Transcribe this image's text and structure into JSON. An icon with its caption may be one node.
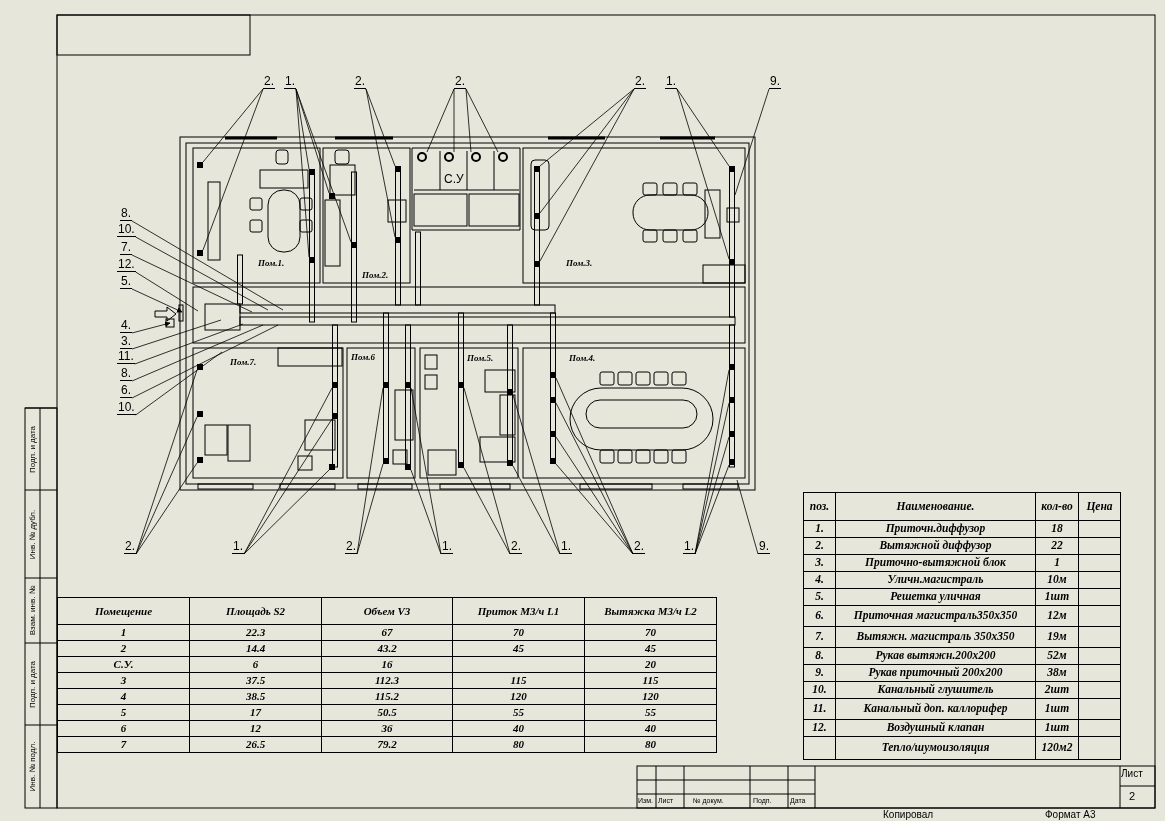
{
  "diagram": {
    "nodes": [
      {
        "text": [
          "2."
        ]
      },
      {
        "text": [
          "1."
        ]
      },
      {
        "text": [
          "2."
        ]
      },
      {
        "text": [
          "2."
        ]
      },
      {
        "text": [
          "2."
        ]
      },
      {
        "text": [
          "1."
        ]
      },
      {
        "text": [
          "9."
        ]
      },
      {
        "text": [
          "8."
        ]
      },
      {
        "text": [
          "10."
        ]
      },
      {
        "text": [
          "7."
        ]
      },
      {
        "text": [
          "12."
        ]
      },
      {
        "text": [
          "5."
        ]
      },
      {
        "text": [
          "4."
        ]
      },
      {
        "text": [
          "3."
        ]
      },
      {
        "text": [
          "11."
        ]
      },
      {
        "text": [
          "8."
        ]
      },
      {
        "text": [
          "6."
        ]
      },
      {
        "text": [
          "10."
        ]
      },
      {
        "text": [
          "2."
        ]
      },
      {
        "text": [
          "1."
        ]
      },
      {
        "text": [
          "2."
        ]
      },
      {
        "text": [
          "1."
        ]
      },
      {
        "text": [
          "2."
        ]
      },
      {
        "text": [
          "1."
        ]
      },
      {
        "text": [
          "2."
        ]
      },
      {
        "text": [
          "1."
        ]
      },
      {
        "text": [
          "9."
        ]
      },
      {
        "text": [],
        "shape": "box"
      },
      {
        "text": [],
        "shape": "box"
      },
      {
        "text": [],
        "shape": "box"
      },
      {
        "text": [],
        "shape": "box"
      },
      {
        "text": [],
        "shape": "box"
      },
      {
        "text": [],
        "shape": "box"
      },
      {
        "text": [],
        "shape": "box"
      },
      {
        "text": [],
        "shape": "box"
      },
      {
        "text": [],
        "shape": "circle"
      },
      {
        "text": [],
        "shape": "circle"
      },
      {
        "text": [],
        "shape": "circle"
      },
      {
        "text": [],
        "shape": "circle"
      },
      {
        "text": [],
        "shape": "box"
      },
      {
        "text": [],
        "shape": "box"
      },
      {
        "text": [],
        "shape": "box"
      },
      {
        "text": [],
        "shape": "box"
      },
      {
        "text": [],
        "shape": "box"
      },
      {
        "text": [],
        "shape": "box"
      },
      {
        "text": [],
        "shape": "box"
      },
      {
        "text": [],
        "shape": "box"
      },
      {
        "text": [],
        "shape": "box"
      },
      {
        "text": [],
        "shape": "box"
      },
      {
        "text": [],
        "shape": "box"
      },
      {
        "text": [],
        "shape": "box"
      },
      {
        "text": [],
        "shape": "box"
      },
      {
        "text": [],
        "shape": "box"
      },
      {
        "text": [],
        "shape": "box"
      },
      {
        "text": [],
        "shape": "box"
      },
      {
        "text": [],
        "shape": "box"
      },
      {
        "text": [],
        "shape": "box"
      },
      {
        "text": [],
        "shape": "box"
      },
      {
        "text": [],
        "shape": "box"
      },
      {
        "text": [],
        "shape": "box"
      },
      {
        "text": [],
        "shape": "box"
      },
      {
        "text": [],
        "shape": "box"
      },
      {
        "text": [],
        "shape": "box"
      },
      {
        "text": [],
        "shape": "box"
      },
      {
        "text": [],
        "shape": "box"
      },
      {
        "text": [],
        "shape": "box"
      }
    ],
    "edges": [
      {
        "from": 0,
        "to": 27,
        "arrow": "none"
      },
      {
        "from": 0,
        "to": 28,
        "arrow": "none"
      },
      {
        "from": 1,
        "to": 29,
        "arrow": "none"
      },
      {
        "from": 1,
        "to": 30,
        "arrow": "none"
      },
      {
        "from": 1,
        "to": 31,
        "arrow": "none"
      },
      {
        "from": 1,
        "to": 32,
        "arrow": "none"
      },
      {
        "from": 2,
        "to": 33,
        "arrow": "none"
      },
      {
        "from": 2,
        "to": 34,
        "arrow": "none"
      },
      {
        "from": 3,
        "to": 35,
        "arrow": "none"
      },
      {
        "from": 3,
        "to": 36,
        "arrow": "none"
      },
      {
        "from": 3,
        "to": 37,
        "arrow": "none"
      },
      {
        "from": 3,
        "to": 38,
        "arrow": "none"
      },
      {
        "from": 4,
        "to": 39,
        "arrow": "none"
      },
      {
        "from": 4,
        "to": 40,
        "arrow": "none"
      },
      {
        "from": 4,
        "to": 41,
        "arrow": "none"
      },
      {
        "from": 5,
        "to": 42,
        "arrow": "none"
      },
      {
        "from": 5,
        "to": 43,
        "arrow": "none"
      },
      {
        "from": 6,
        "to": null,
        "arrow": "none"
      },
      {
        "from": 7,
        "to": null,
        "arrow": "none"
      },
      {
        "from": 8,
        "to": null,
        "arrow": "none"
      },
      {
        "from": 9,
        "to": null,
        "arrow": "none"
      },
      {
        "from": 10,
        "to": null,
        "arrow": "none"
      },
      {
        "from": 11,
        "to": null,
        "arrow": "to"
      },
      {
        "from": 12,
        "to": null,
        "arrow": "to"
      },
      {
        "from": 13,
        "to": null,
        "arrow": "none"
      },
      {
        "from": 14,
        "to": null,
        "arrow": "none"
      },
      {
        "from": 15,
        "to": null,
        "arrow": "none"
      },
      {
        "from": 16,
        "to": null,
        "arrow": "none"
      },
      {
        "from": 17,
        "to": null,
        "arrow": "none"
      },
      {
        "from": 18,
        "to": 44,
        "arrow": "none"
      },
      {
        "from": 18,
        "to": 45,
        "arrow": "none"
      },
      {
        "from": 18,
        "to": 46,
        "arrow": "none"
      },
      {
        "from": 19,
        "to": 47,
        "arrow": "none"
      },
      {
        "from": 19,
        "to": 48,
        "arrow": "none"
      },
      {
        "from": 19,
        "to": 49,
        "arrow": "none"
      },
      {
        "from": 20,
        "to": 50,
        "arrow": "none"
      },
      {
        "from": 20,
        "to": 51,
        "arrow": "none"
      },
      {
        "from": 21,
        "to": 52,
        "arrow": "none"
      },
      {
        "from": 21,
        "to": 53,
        "arrow": "none"
      },
      {
        "from": 22,
        "to": 54,
        "arrow": "none"
      },
      {
        "from": 22,
        "to": 55,
        "arrow": "none"
      },
      {
        "from": 23,
        "to": 56,
        "arrow": "none"
      },
      {
        "from": 23,
        "to": 57,
        "arrow": "none"
      },
      {
        "from": 24,
        "to": 58,
        "arrow": "none"
      },
      {
        "from": 24,
        "to": 59,
        "arrow": "none"
      },
      {
        "from": 24,
        "to": 60,
        "arrow": "none"
      },
      {
        "from": 24,
        "to": 61,
        "arrow": "none"
      },
      {
        "from": 25,
        "to": 62,
        "arrow": "none"
      },
      {
        "from": 25,
        "to": 63,
        "arrow": "none"
      },
      {
        "from": 25,
        "to": 64,
        "arrow": "none"
      },
      {
        "from": 25,
        "to": 65,
        "arrow": "none"
      },
      {
        "from": 26,
        "to": null,
        "arrow": "none"
      }
    ],
    "labels": [
      "С.У",
      "Пом.1.",
      "Пом.2.",
      "Пом.3.",
      "Пом.7.",
      "Пом.6",
      "Пом.5.",
      "Пом.4.",
      "поз.",
      "Наименование.",
      "кол-во",
      "Цена",
      "1.",
      "Приточн.диффузор",
      "18",
      "2.",
      "Вытяжной диффузор",
      "22",
      "3.",
      "Приточно-вытяжной блок",
      "1",
      "4.",
      "Уличн.магистраль",
      "10м",
      "5.",
      "Решетка уличная",
      "1шт",
      "6.",
      "Приточная магистраль350x350",
      "12м",
      "7.",
      "Вытяжн. магистраль 350x350",
      "19м",
      "8.",
      "Рукав вытяжн.200x200",
      "52м",
      "9.",
      "Рукав приточный 200x200",
      "38м",
      "10.",
      "Канальный глушитель",
      "2шт",
      "11.",
      "Канальный доп. каллорифер",
      "1шт",
      "12.",
      "Воздушный клапан",
      "1шт",
      "Тепло/шумоизоляция",
      "120м2",
      "Помещение",
      "Площадь S2",
      "Объем V3",
      "Приток М3/ч L1",
      "Вытяжка М3/ч L2",
      "1",
      "22.3",
      "67",
      "70",
      "70",
      "2",
      "14.4",
      "43.2",
      "45",
      "45",
      "С.У.",
      "6",
      "16",
      "20",
      "3",
      "37.5",
      "112.3",
      "115",
      "115",
      "4",
      "38.5",
      "115.2",
      "120",
      "120",
      "5",
      "17",
      "50.5",
      "55",
      "55",
      "6",
      "12",
      "36",
      "40",
      "40",
      "7",
      "26.5",
      "79.2",
      "80",
      "80",
      "Подп. и дата",
      "Инв. № дубл.",
      "Взам. инв. №",
      "Подп. и дата",
      "Инв. № подл.",
      "Изм.",
      "Лист",
      "№ докум.",
      "Подп.",
      "Дата",
      "Лист",
      "2",
      "Копировал",
      "Формат А3"
    ]
  }
}
